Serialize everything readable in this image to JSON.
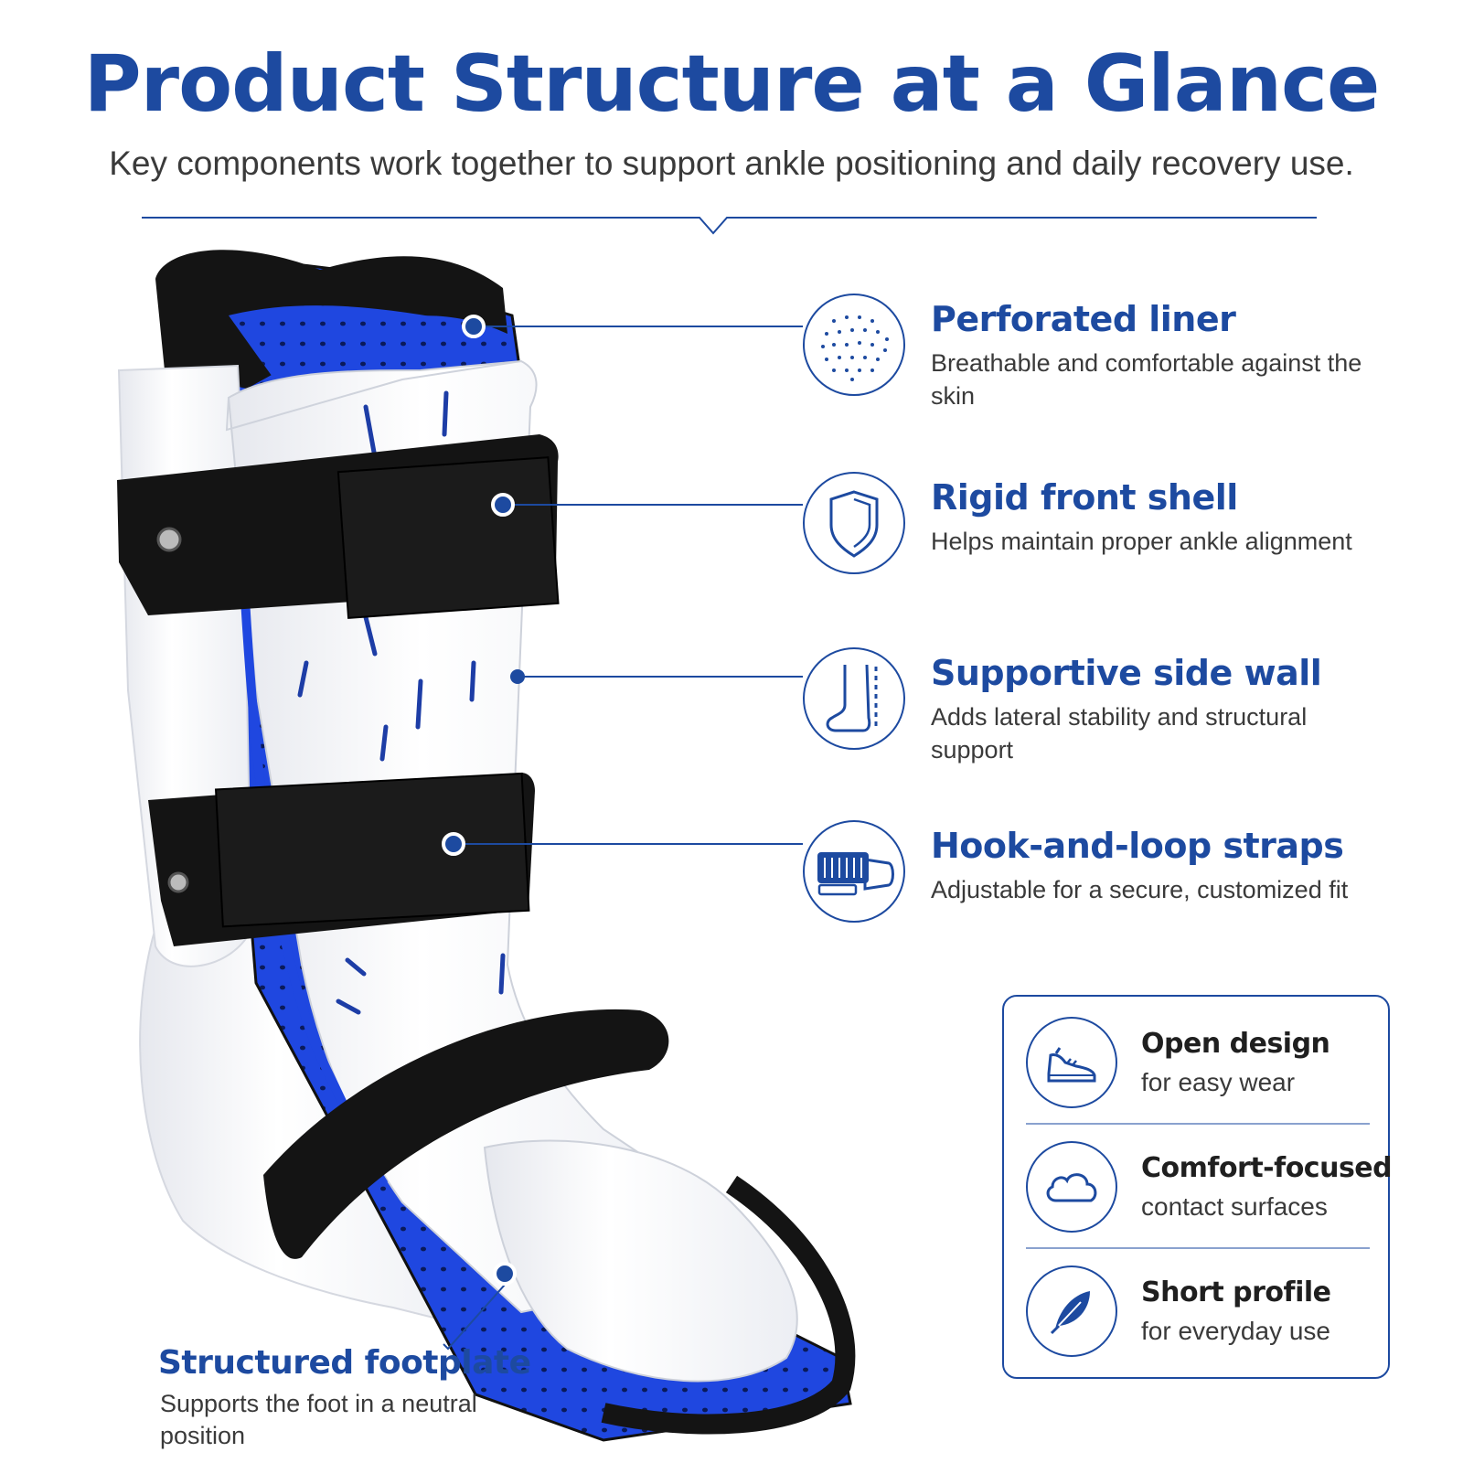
{
  "header": {
    "title": "Product Structure at a Glance",
    "subtitle": "Key components work together to support ankle positioning and daily recovery use."
  },
  "features": [
    {
      "name": "Perforated liner",
      "desc": "Breathable and comfortable against the skin",
      "icon": "perforated-dots-icon"
    },
    {
      "name": "Rigid front shell",
      "desc": "Helps maintain proper ankle alignment",
      "icon": "shield-icon"
    },
    {
      "name": "Supportive side wall",
      "desc": "Adds lateral stability and structural support",
      "icon": "foot-outline-icon"
    },
    {
      "name": "Hook-and-loop straps",
      "desc": "Adjustable for a secure, customized fit",
      "icon": "strap-icon"
    }
  ],
  "footplate": {
    "name": "Structured footplate",
    "desc": "Supports the foot in a neutral position"
  },
  "benefits": [
    {
      "title": "Open design",
      "sub": "for easy wear",
      "icon": "shoe-icon"
    },
    {
      "title": "Comfort-focused",
      "sub": "contact surfaces",
      "icon": "cloud-icon"
    },
    {
      "title": "Short profile",
      "sub": "for everyday use",
      "icon": "feather-icon"
    }
  ],
  "colors": {
    "accent": "#1d4aa0",
    "liner_blue": "#1f47e0",
    "strap_black": "#141414",
    "shell_white": "#f7f7f9"
  }
}
